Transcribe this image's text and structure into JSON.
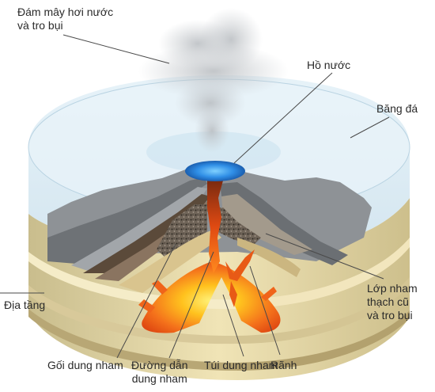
{
  "labels": {
    "cloud": [
      "Đám mây hơi nước",
      "và tro bụi"
    ],
    "crater_lake": "Hồ nước",
    "ice": "Băng đá",
    "old_layers": [
      "Lớp nham",
      "thạch cũ",
      "và tro bụi"
    ],
    "strata": "Địa tầng",
    "sill": "Gối dung nham",
    "conduit": [
      "Đường dẫn",
      "dung nham"
    ],
    "chamber": "Túi dung nham",
    "dike": "Rãnh"
  },
  "colors": {
    "ice": "#dcecf4",
    "sand": "#e8d9a8",
    "rock": "#8a8c90",
    "tephra": "#6a5e50",
    "magma_hot": "#ffe23a",
    "magma": "#f26a1a",
    "lake": "#2f8ee6"
  }
}
